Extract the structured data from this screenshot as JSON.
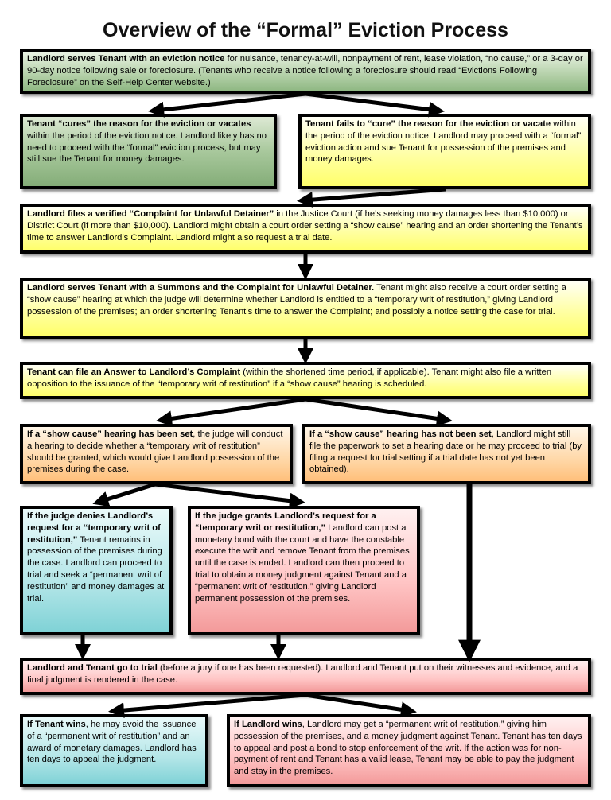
{
  "title": "Overview of the “Formal” Eviction Process",
  "boxes": {
    "serve_notice": {
      "bold": "Landlord serves Tenant with an eviction notice",
      "text": " for nuisance, tenancy-at-will,  nonpayment of rent, lease violation, “no cause,” or a 3-day or 90-day notice following sale or foreclosure. (Tenants who receive a notice following a foreclosure should read “Evictions Following Foreclosure” on the Self-Help Center website.)"
    },
    "tenant_cures": {
      "bold": "Tenant “cures” the reason for the eviction or vacates",
      "text": " within the period of the eviction notice. Landlord likely has no need to proceed with the “formal” eviction process, but may still sue the Tenant  for money damages."
    },
    "tenant_fails": {
      "bold": "Tenant fails to “cure” the reason for the eviction or vacate",
      "text": " within the period of the eviction notice.  Landlord may proceed with a “formal” eviction action and sue Tenant  for possession of the premises and money damages."
    },
    "files_complaint": {
      "bold": "Landlord files a verified “Complaint for Unlawful Detainer”",
      "text": " in the Justice Court (if he’s seeking money damages less than $10,000)  or District Court (if more than $10,000).  Landlord might obtain a court order setting a “show cause” hearing and an order shortening the Tenant’s  time to answer Landlord’s Complaint.  Landlord might also request a trial date."
    },
    "serves_summons": {
      "bold": "Landlord serves Tenant with a Summons and the Complaint for Unlawful Detainer.",
      "text": "  Tenant might also receive a court order setting a “show cause” hearing at which the judge will determine whether Landlord is entitled to a “temporary writ  of restitution,” giving Landlord possession of the premises; an order shortening Tenant’s  time to answer the Complaint; and possibly a notice setting the case for trial."
    },
    "tenant_answer": {
      "bold": "Tenant can file an Answer to Landlord’s Complaint",
      "text": " (within the shortened time period, if applicable).  Tenant might also file a written opposition to the issuance of the “temporary writ  of restitution” if a “show cause”  hearing  is scheduled."
    },
    "show_cause_set": {
      "bold": "If a “show cause”  hearing has been set",
      "text": ", the judge will conduct a hearing to decide whether a “temporary writ of restitution” should be granted, which would give Landlord possession of the premises during the case."
    },
    "show_cause_not": {
      "bold": "If a “show cause”  hearing has not been set",
      "text": ", Landlord might still file the paperwork to set a hearing date or he may proceed to trial (by filing a request for trial setting if a trial date has not yet been obtained)."
    },
    "judge_denies": {
      "bold": "If the judge denies Landlord’s request for a “temporary writ of restitution,”",
      "text": " Tenant  remains in possession of the premises during the case.  Landlord can proceed to trial and seek a “permanent writ of restitution” and money damages at trial."
    },
    "judge_grants": {
      "bold": "If the judge grants Landlord’s request for a “temporary writ or restitution,”",
      "text": " Landlord can post a monetary bond with the court and have the constable execute the writ  and remove Tenant from the premises until the case is ended. Landlord can then proceed to trial to obtain a money judgment against Tenant  and a “permanent  writ  of restitution,” giving Landlord permanent  possession of the premises."
    },
    "go_to_trial": {
      "bold": "Landlord and Tenant go to trial",
      "text": " (before a jury if one has been requested).  Landlord and Tenant put on their witnesses and evidence, and a final judgment is rendered in the case."
    },
    "tenant_wins": {
      "bold": "If Tenant wins",
      "text": ", he may avoid the issuance of a “permanent writ of restitution” and an award of monetary damages. Landlord has ten days to appeal the judgment."
    },
    "landlord_wins": {
      "bold": "If Landlord wins",
      "text": ", Landlord may get a “permanent  writ of restitution,” giving him possession of the premises, and a money judgment against Tenant.   Tenant has ten days to appeal and post a bond to stop enforcement of the writ.  If the action was for non-payment of rent and Tenant  has a valid lease, Tenant   may be able to pay the judgment and stay in the premises."
    }
  }
}
